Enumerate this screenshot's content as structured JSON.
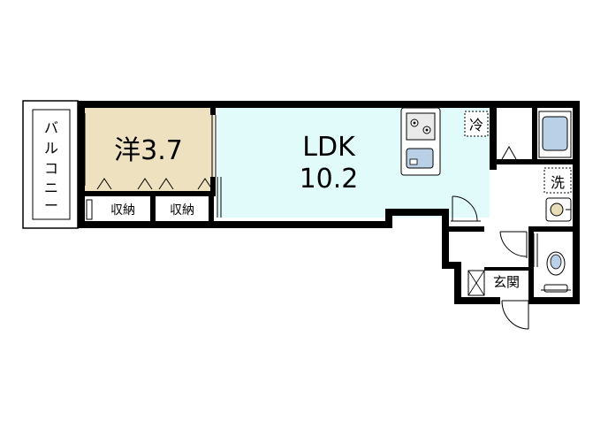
{
  "rooms": {
    "western": {
      "label": "洋3.7"
    },
    "ldk": {
      "label_line1": "LDK",
      "label_line2": "10.2"
    },
    "storage": [
      {
        "label": "収納"
      },
      {
        "label": "収納"
      }
    ],
    "balcony": {
      "label": [
        "バ",
        "ル",
        "コ",
        "ニ",
        "ー"
      ]
    },
    "fridge": {
      "label": "冷"
    },
    "washer": {
      "label": "洗"
    },
    "entrance": {
      "label": "玄関"
    }
  },
  "colors": {
    "western_floor": "#ede1c0",
    "ldk_floor": "#e1fbfb",
    "wall": "#000000",
    "fixture": "#b9d0e6"
  },
  "icons": [
    "stove-icon",
    "sink-icon",
    "bathtub-icon",
    "washbasin-icon",
    "toilet-icon"
  ]
}
